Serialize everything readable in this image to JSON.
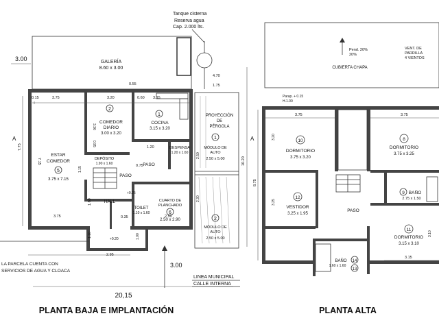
{
  "ground_floor": {
    "title": "PLANTA BAJA E IMPLANTACIÓN",
    "tank": {
      "line1": "Tanque cisterna",
      "line2": "Reserva agua",
      "line3": "Cap. 2.000 lts."
    },
    "galeria": {
      "name": "GALERÍA",
      "size": "8.60 x 3.00"
    },
    "comedor": {
      "num": "2",
      "name1": "COMEDOR",
      "name2": "DIARIO",
      "size": "3.00 x 3.20"
    },
    "cocina": {
      "num": "1",
      "name": "COCINA",
      "size": "3.15 x 3.20"
    },
    "estar": {
      "name1": "ESTAR",
      "name2": "COMEDOR",
      "num": "5",
      "size": "3.75 x 7.15"
    },
    "deposito": {
      "name": "DEPÓSITO",
      "size": "1.90 x 1.60"
    },
    "despensa": {
      "name": "DESPENSA",
      "size": "1.20 x 1.60"
    },
    "paso1": "PASO",
    "paso2": "PASO",
    "hall": "HALL",
    "toilet": {
      "name": "TOILET",
      "size": "1.10 x 1.60"
    },
    "cuarto": {
      "name1": "CUARTO DE",
      "name2": "PLANCHADO",
      "num": "6",
      "size": "2.50 x 2.90"
    },
    "pergola": {
      "line1": "PROYECCIÓN",
      "line2": "DE",
      "line3": "PÉRGOLA"
    },
    "auto1": {
      "num": "1",
      "name1": "MÓDULO DE",
      "name2": "AUTO",
      "size": "2.50 x 5.00"
    },
    "auto2": {
      "num": "2",
      "name1": "MÓDULO DE",
      "name2": "AUTO",
      "size": "2.50 x 5.00"
    },
    "note1": "LA PARCELA CUENTA CON",
    "note2": "SERVICIOS DE AGUA Y CLOACA",
    "linea": "LINEA MUNICIPAL",
    "calle": "CALLE INTERNA",
    "total": "20,15",
    "level1": "+0.25",
    "level2": "+0.20"
  },
  "dims": {
    "d300": "3.00",
    "d470": "4.70",
    "d175": "1.75",
    "d055": "0.55",
    "d015": "0.15",
    "d375": "3.75",
    "d320": "3.20",
    "d315": "3.15",
    "d060": "0.60",
    "d336": "3.36",
    "d095": "0.95",
    "d120": "1.20",
    "d075": "0.75",
    "d715": "7.15",
    "d775": "7.75",
    "d115": "1.15",
    "d160": "1.60",
    "d035": "0.35",
    "d110": "1.10",
    "d100": "1.00",
    "d250": "2.50",
    "d230": "2.30",
    "d250b": "2.50",
    "d295": "2.95",
    "d300b": "3.00",
    "d1020": "10.20",
    "d875": "8.75",
    "d325": "3.25",
    "d310": "3.10",
    "d315b": "3.15",
    "d375b": "3.75",
    "dA": "A",
    "dA2": "A"
  },
  "upper_floor": {
    "title": "PLANTA ALTA",
    "roof": "CUBIERTA CHAPA",
    "pend1": "Pend. 20%",
    "pend2": "20%",
    "vent1": "VENT. DE",
    "vent2": "PARRILLA",
    "vent3": "4 VIENTOS",
    "parap1": "Parap. + 0.15",
    "parap2": "H.1.00",
    "d10": {
      "num": "10",
      "name": "DORMITORIO",
      "size": "3.75 x 3.20"
    },
    "d8": {
      "num": "8",
      "name": "DORMITORIO",
      "size": "3.75 x 3.25"
    },
    "bano9": {
      "num": "9",
      "name": "BAÑO",
      "size": "2.75 x 1.50"
    },
    "vestidor": {
      "num": "12",
      "name": "VESTIDOR",
      "size": "3.25 x 1.95"
    },
    "paso": "PASO",
    "d11": {
      "num": "11",
      "name": "DORMITORIO",
      "size": "3.15 x 3.10"
    },
    "bano13": {
      "name": "BAÑO",
      "size": "1.60 x 1.60",
      "n14": "14",
      "n13": "13"
    }
  }
}
